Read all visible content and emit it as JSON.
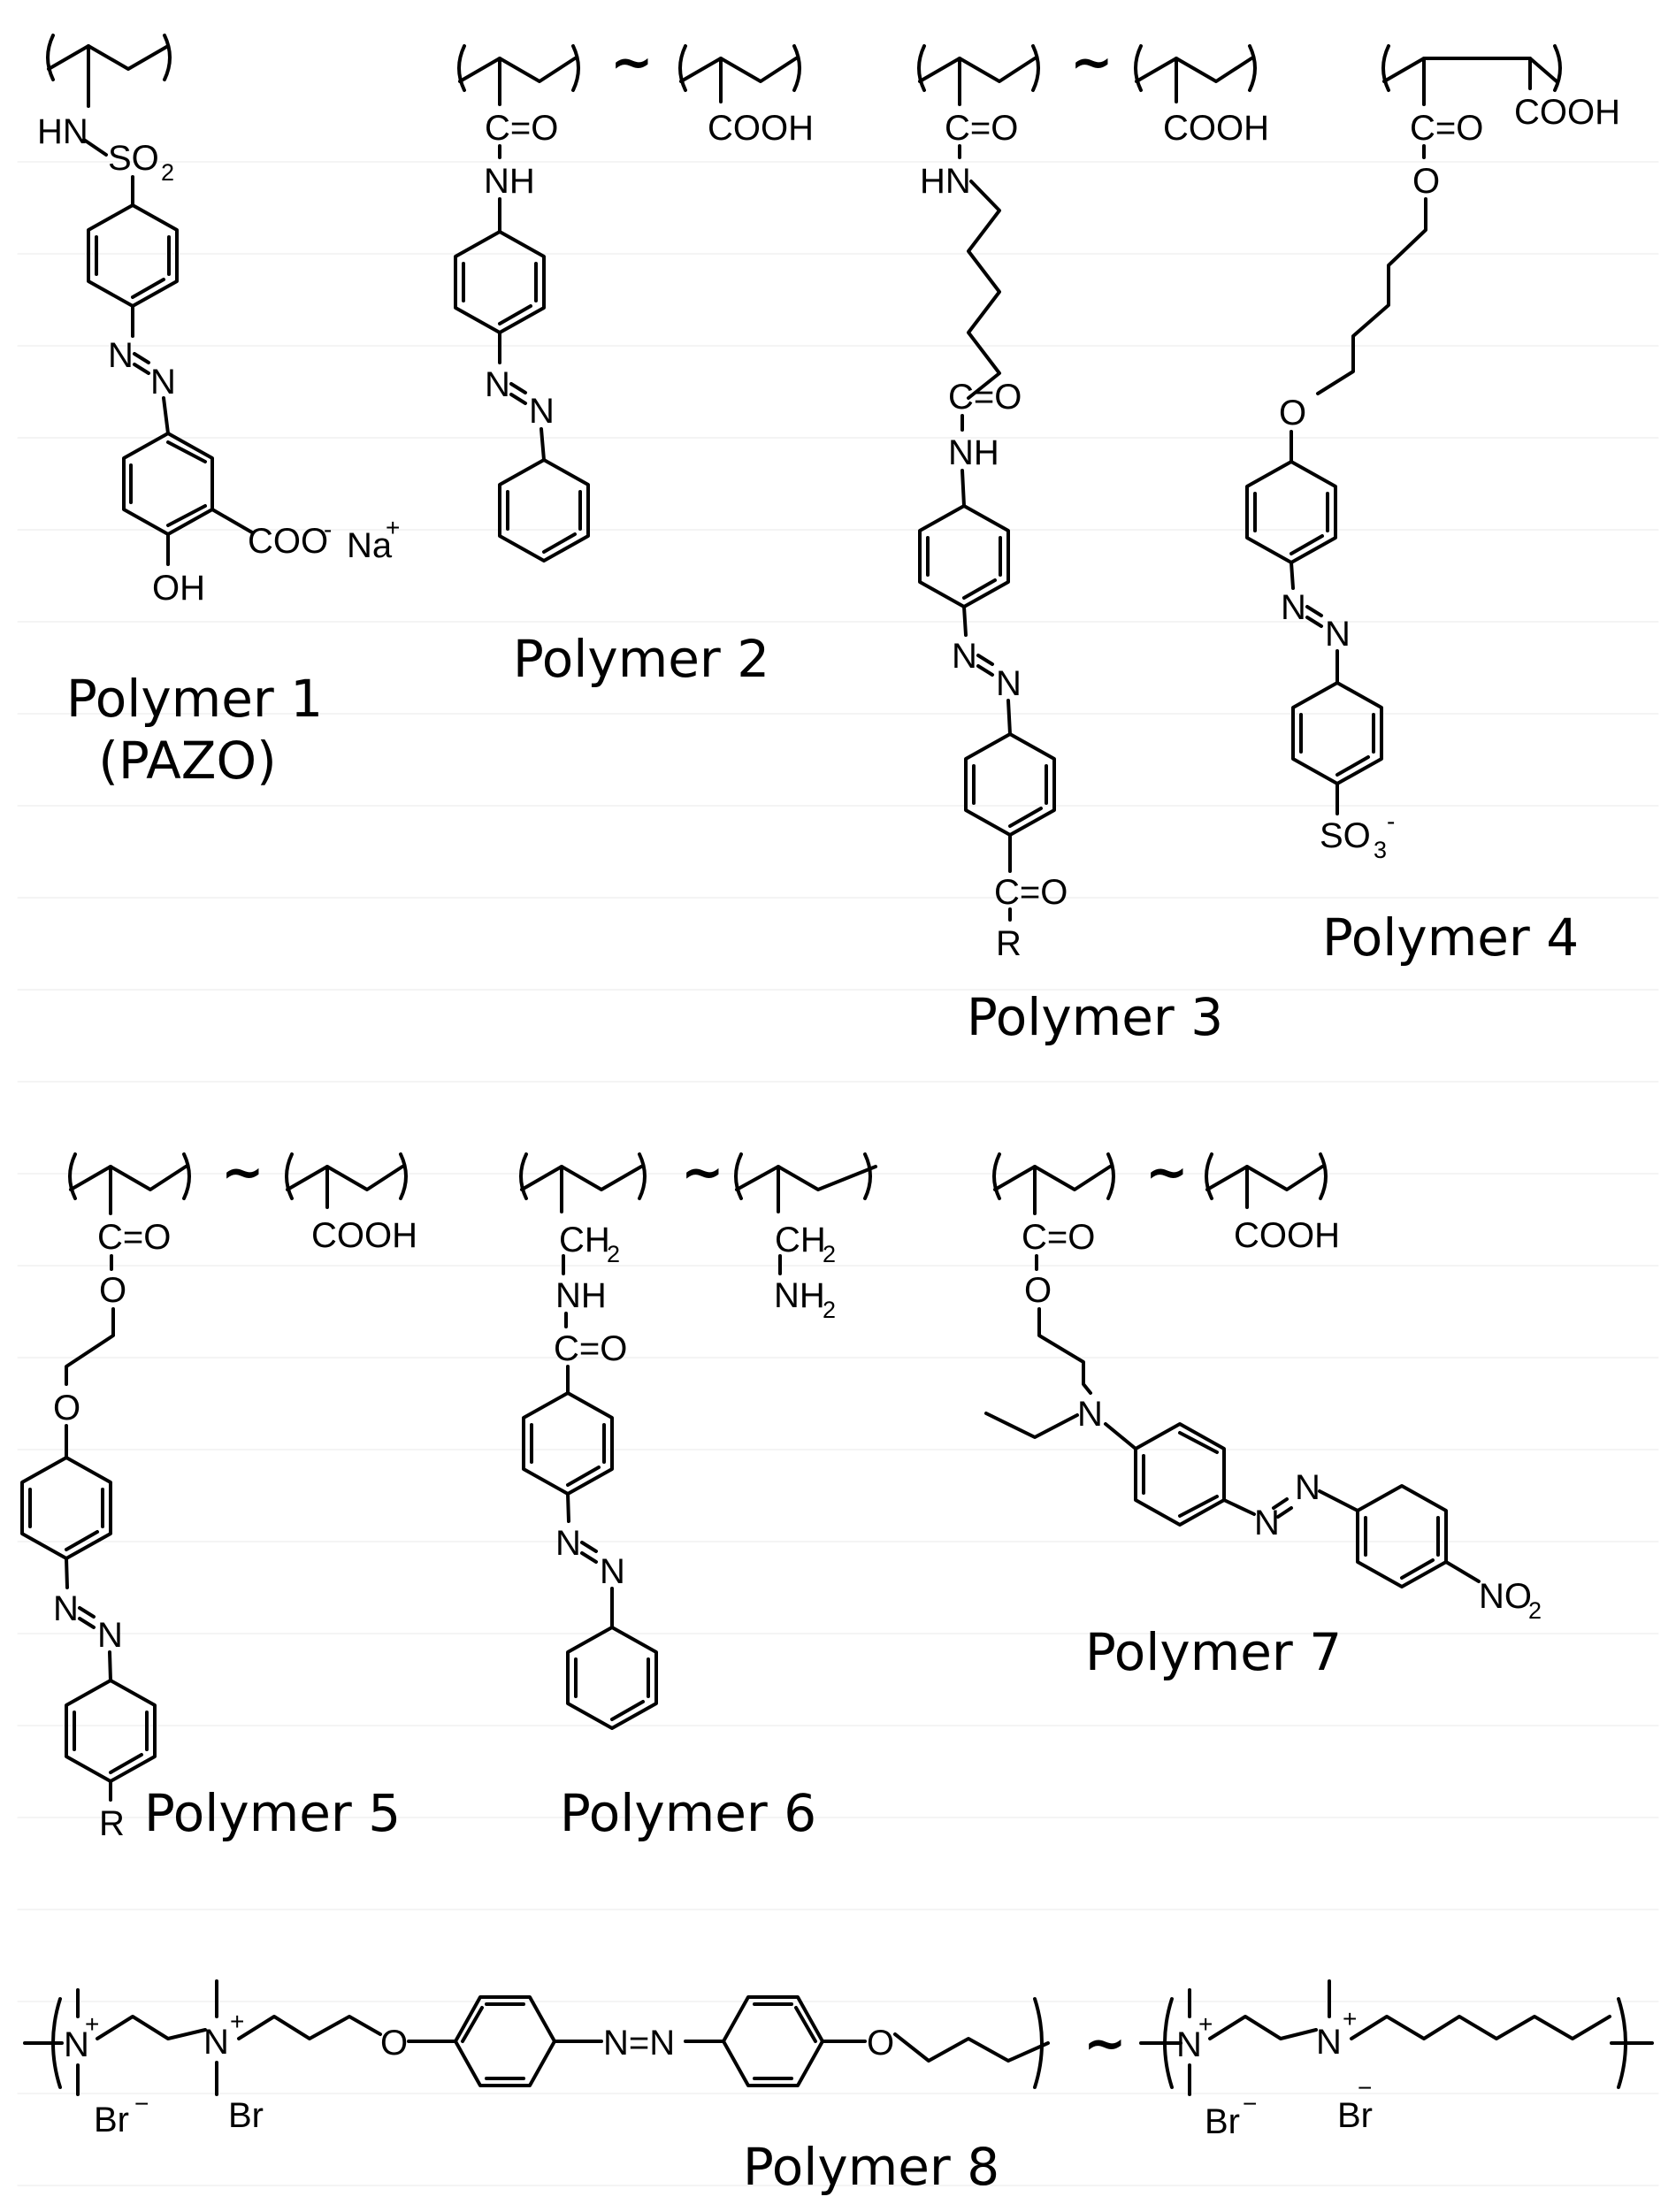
{
  "captions": {
    "p1_line1": "Polymer 1",
    "p1_line2": "(PAZO)",
    "p2": "Polymer 2",
    "p3": "Polymer 3",
    "p4": "Polymer 4",
    "p5": "Polymer 5",
    "p6": "Polymer 6",
    "p7": "Polymer 7",
    "p8": "Polymer 8"
  },
  "symbols": {
    "tilde": "~",
    "plus": "+",
    "minus": "-",
    "minus_alt": "−"
  },
  "groups": {
    "HN": "HN",
    "NH": "NH",
    "SO": "SO",
    "sub_2": "2",
    "sub_3": "3",
    "CO_double": "C=O",
    "C_eq": "C=",
    "O": "O",
    "N": "N",
    "COOH": "COOH",
    "COO": "COO",
    "Na": "Na",
    "OH": "OH",
    "R": "R",
    "CH": "CH",
    "NO": "NO",
    "NeqN": "N=N",
    "Br": "Br"
  }
}
